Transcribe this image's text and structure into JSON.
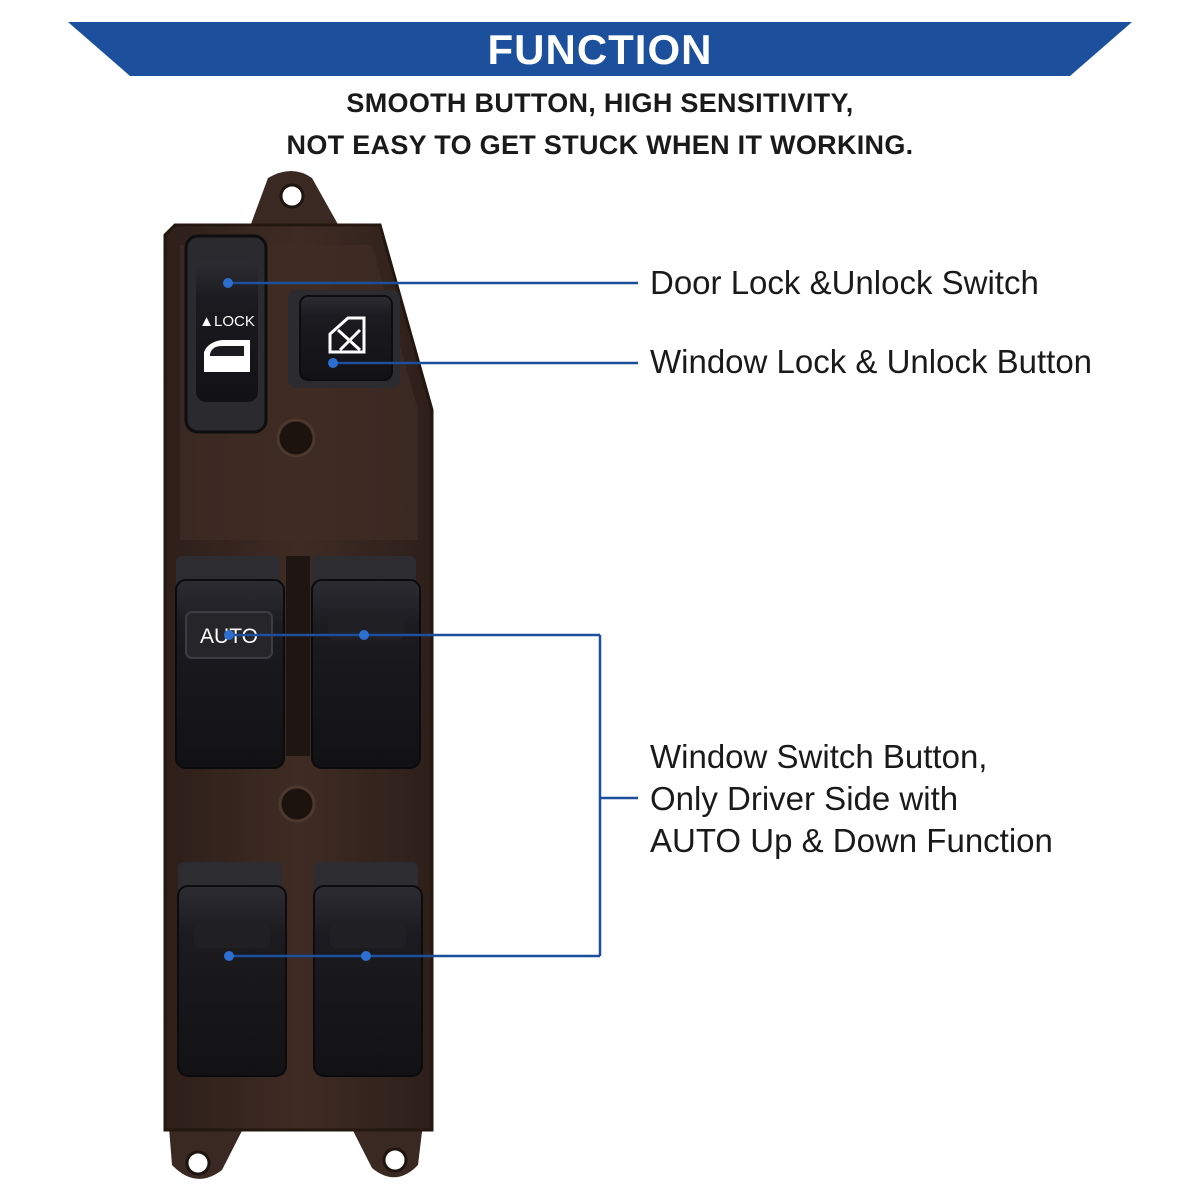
{
  "banner": {
    "title": "FUNCTION",
    "color": "#1c4f9c"
  },
  "subtitle": {
    "line1": "SMOOTH BUTTON, HIGH SENSITIVITY,",
    "line2": "NOT EASY TO GET STUCK WHEN IT WORKING."
  },
  "product": {
    "lock_switch_text": "▲LOCK",
    "auto_button_text": "AUTO"
  },
  "callouts": {
    "door_lock": "Door Lock &Unlock Switch",
    "window_lock": "Window Lock & Unlock Button",
    "window_switch": {
      "line1": "Window Switch Button,",
      "line2": "Only Driver Side with",
      "line3": "AUTO Up & Down Function"
    },
    "line_color": "#1c4f9c"
  },
  "colors": {
    "housing": "#3a2822",
    "housing_light": "#4a352d",
    "button": "#16161a",
    "button_top": "#2a2a30"
  }
}
